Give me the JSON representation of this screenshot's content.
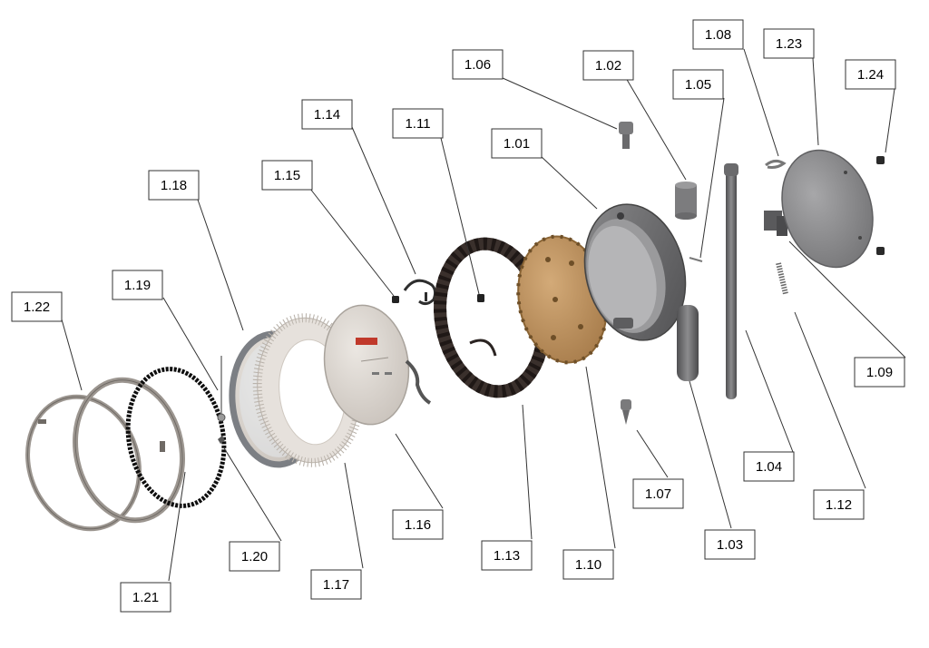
{
  "diagram": {
    "labels": [
      {
        "id": "p101",
        "text": "1.01"
      },
      {
        "id": "p102",
        "text": "1.02"
      },
      {
        "id": "p103",
        "text": "1.03"
      },
      {
        "id": "p104",
        "text": "1.04"
      },
      {
        "id": "p105",
        "text": "1.05"
      },
      {
        "id": "p106",
        "text": "1.06"
      },
      {
        "id": "p107",
        "text": "1.07"
      },
      {
        "id": "p108",
        "text": "1.08"
      },
      {
        "id": "p109",
        "text": "1.09"
      },
      {
        "id": "p110",
        "text": "1.10"
      },
      {
        "id": "p111",
        "text": "1.11"
      },
      {
        "id": "p112",
        "text": "1.12"
      },
      {
        "id": "p113",
        "text": "1.13"
      },
      {
        "id": "p114",
        "text": "1.14"
      },
      {
        "id": "p115",
        "text": "1.15"
      },
      {
        "id": "p116",
        "text": "1.16"
      },
      {
        "id": "p117",
        "text": "1.17"
      },
      {
        "id": "p118",
        "text": "1.18"
      },
      {
        "id": "p119",
        "text": "1.19"
      },
      {
        "id": "p120",
        "text": "1.20"
      },
      {
        "id": "p121",
        "text": "1.21"
      },
      {
        "id": "p122",
        "text": "1.22"
      },
      {
        "id": "p123",
        "text": "1.23"
      },
      {
        "id": "p124",
        "text": "1.24"
      }
    ]
  },
  "colors": {
    "housing": "#6e6e70",
    "housing_light": "#8a8a8c",
    "brass": "#b98e5c",
    "dark_ring": "#3a302c",
    "dial": "#d8d2cc",
    "cover": "#8d8d8f",
    "retaining_ring": "#9c9690",
    "bezel_ring": "#000000",
    "glass": "#c9ccd0",
    "leader": "#333333"
  }
}
